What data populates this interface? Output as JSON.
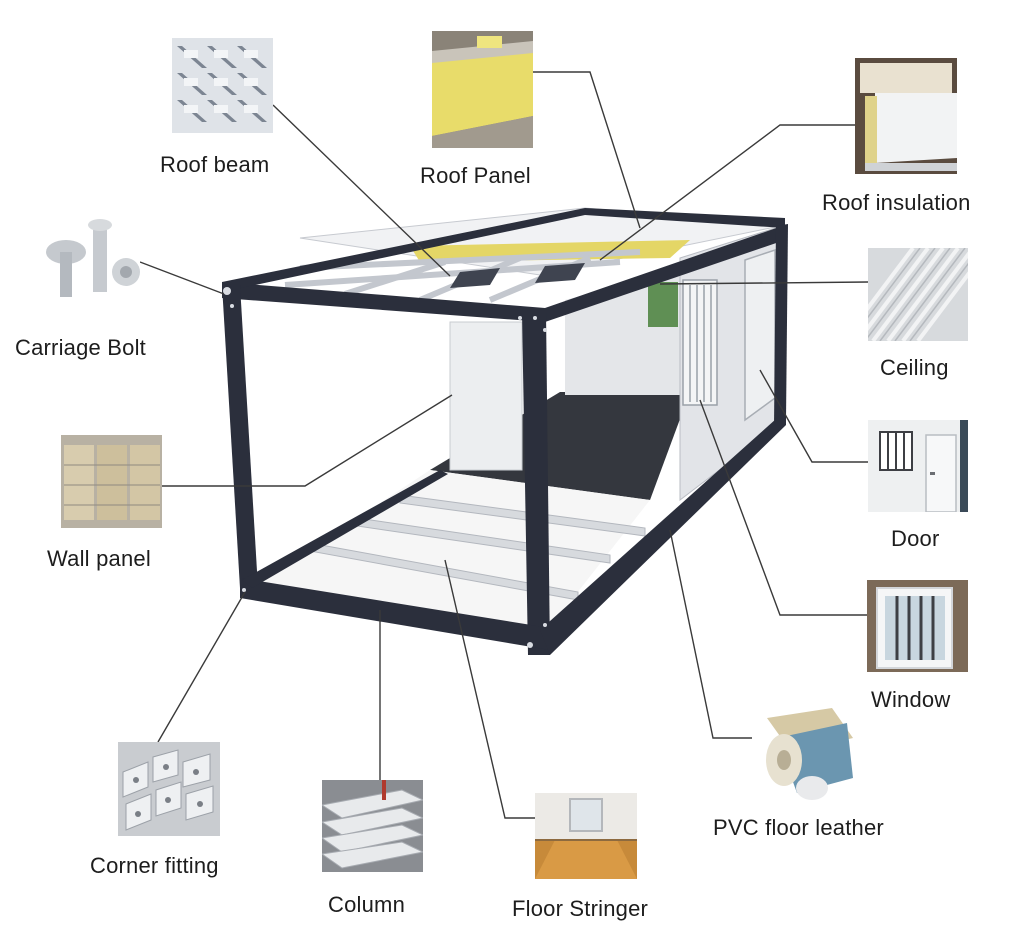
{
  "labels": {
    "roof_beam": "Roof beam",
    "roof_panel": "Roof Panel",
    "roof_insulation": "Roof insulation",
    "carriage_bolt": "Carriage Bolt",
    "ceiling": "Ceiling",
    "wall_panel": "Wall panel",
    "door": "Door",
    "window": "Window",
    "pvc_floor_leather": "PVC floor leather",
    "corner_fitting": "Corner fitting",
    "column": "Column",
    "floor_stringer": "Floor Stringer"
  },
  "colors": {
    "frame": "#2b2f3c",
    "panel": "#dcdfe3",
    "floor": "#33363d",
    "insulation": "#e3d56a",
    "leader": "#3a3a3a"
  }
}
